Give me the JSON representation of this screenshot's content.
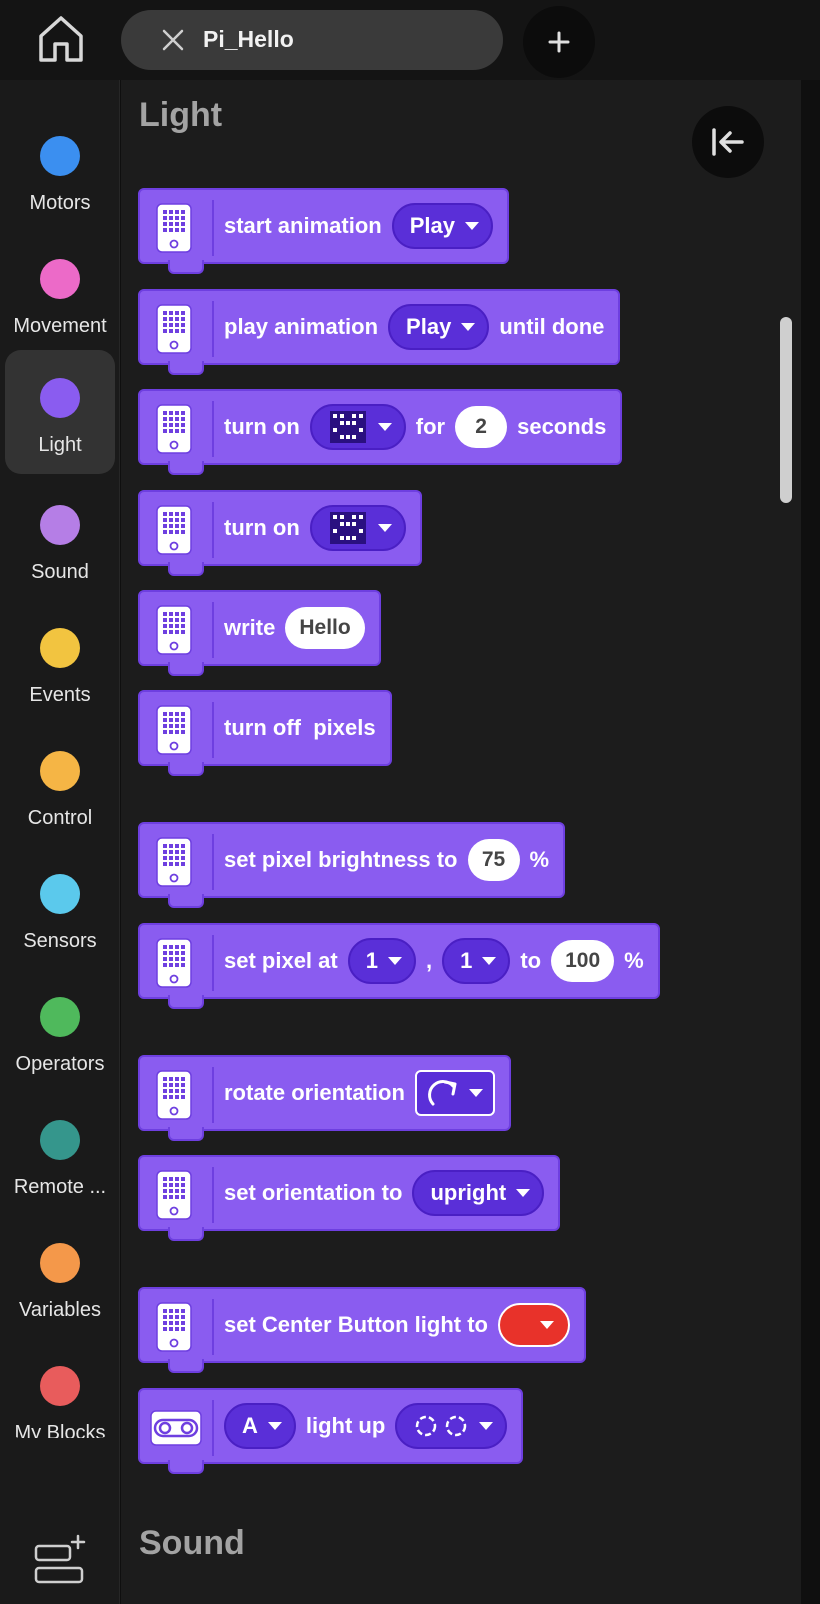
{
  "tab": {
    "title": "Pi_Hello"
  },
  "sidebar": {
    "items": [
      {
        "label": "Motors",
        "color": "#3b8ff0"
      },
      {
        "label": "Movement",
        "color": "#ec6ac8"
      },
      {
        "label": "Light",
        "color": "#8a5cf0"
      },
      {
        "label": "Sound",
        "color": "#b57ee6"
      },
      {
        "label": "Events",
        "color": "#f2c440"
      },
      {
        "label": "Control",
        "color": "#f5b545"
      },
      {
        "label": "Sensors",
        "color": "#5bc9ec"
      },
      {
        "label": "Operators",
        "color": "#4fb95c"
      },
      {
        "label": "Remote ...",
        "color": "#35968c"
      },
      {
        "label": "Variables",
        "color": "#f4984a"
      },
      {
        "label": "My Blocks",
        "color": "#e85c5c"
      }
    ]
  },
  "palette": {
    "section_title": "Light",
    "next_section_title": "Sound",
    "blocks": {
      "start_animation": {
        "text": "start animation",
        "dropdown": "Play"
      },
      "play_animation": {
        "text": "play animation",
        "dropdown": "Play",
        "suffix": "until done"
      },
      "turn_on_for": {
        "text": "turn on",
        "for": "for",
        "value": "2",
        "suffix": "seconds"
      },
      "turn_on": {
        "text": "turn on"
      },
      "write": {
        "text": "write",
        "value": "Hello"
      },
      "turn_off": {
        "text": "turn off  pixels"
      },
      "brightness": {
        "text": "set pixel brightness to",
        "value": "75",
        "suffix": "%"
      },
      "set_pixel": {
        "text": "set pixel at",
        "x": "1",
        "comma": ",",
        "y": "1",
        "to": "to",
        "value": "100",
        "suffix": "%"
      },
      "rotate": {
        "text": "rotate orientation"
      },
      "orientation": {
        "text": "set orientation to",
        "dropdown": "upright"
      },
      "center_light": {
        "text": "set Center Button light to",
        "color": "#e8322a"
      },
      "light_up": {
        "dropdown": "A",
        "text": "light up"
      }
    }
  }
}
